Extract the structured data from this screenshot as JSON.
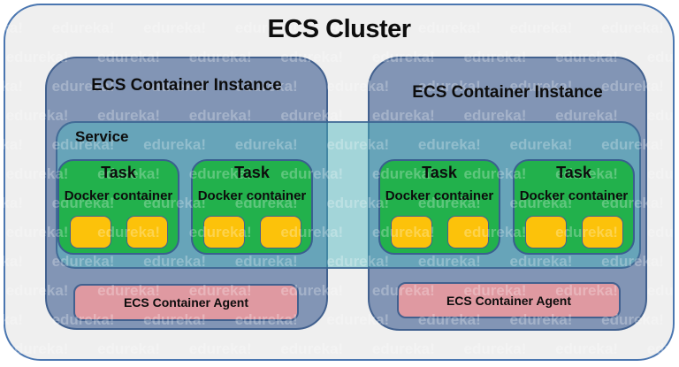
{
  "cluster": {
    "title": "ECS Cluster"
  },
  "service": {
    "label": "Service"
  },
  "instances": [
    {
      "label": "ECS Container Instance",
      "agent": "ECS Container Agent"
    },
    {
      "label": "ECS Container Instance",
      "agent": "ECS Container Agent"
    }
  ],
  "tasks": [
    {
      "title": "Task",
      "subtitle": "Docker container",
      "containers": 2
    },
    {
      "title": "Task",
      "subtitle": "Docker container",
      "containers": 2
    },
    {
      "title": "Task",
      "subtitle": "Docker container",
      "containers": 2
    },
    {
      "title": "Task",
      "subtitle": "Docker container",
      "containers": 2
    }
  ],
  "watermark": {
    "text": "edureka!"
  },
  "colors": {
    "cluster_bg": "#efefef",
    "cluster_border": "#4a76b0",
    "instance_bg": "#8295b5",
    "shape_border": "#42618f",
    "service_bg": "rgba(72,182,190,0.45)",
    "task_bg": "#22b14c",
    "docker_container_bg": "#fcc20a",
    "agent_bg": "#df99a1",
    "text": "#0d0d0d"
  }
}
